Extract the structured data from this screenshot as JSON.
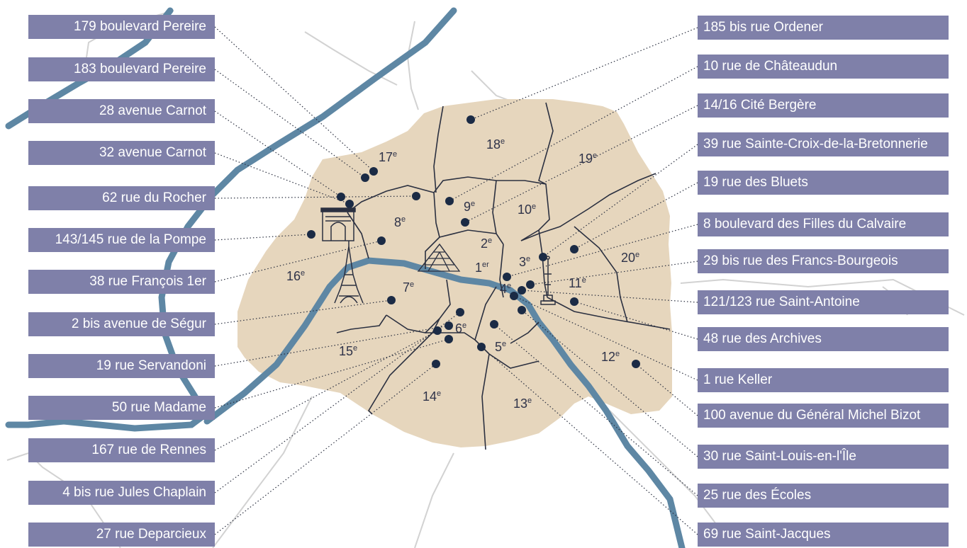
{
  "colors": {
    "paris_fill": "#e6d6bd",
    "river": "#5e87a4",
    "border": "#2b3040",
    "dot": "#1b2b45",
    "label_bg": "#7f80a9",
    "label_text": "#ffffff",
    "road": "#d2d2d2"
  },
  "left_labels": [
    "179 boulevard Pereire",
    "183 boulevard Pereire",
    "28 avenue Carnot",
    "32 avenue Carnot",
    "62 rue du Rocher",
    "143/145 rue de la Pompe",
    "38 rue François 1er",
    "2 bis avenue de Ségur",
    "19 rue Servandoni",
    "50 rue Madame",
    "167 rue de Rennes",
    "4 bis rue Jules Chaplain",
    "27 rue Deparcieux"
  ],
  "right_labels": [
    "185 bis rue Ordener",
    "10 rue de Châteaudun",
    "14/16 Cité Bergère",
    "39 rue Sainte-Croix-de-la-Bretonnerie",
    "19 rue des Bluets",
    "8 boulevard des Filles du Calvaire",
    "29 bis rue des Francs-Bourgeois",
    "121/123 rue Saint-Antoine",
    "48 rue des Archives",
    "1 rue Keller",
    "100 avenue du Général Michel Bizot",
    "30 rue Saint-Louis-en-l'Île",
    "25 rue des Écoles",
    "69 rue Saint-Jacques"
  ],
  "arrondissements": [
    {
      "num": "1",
      "sup": "er"
    },
    {
      "num": "2",
      "sup": "e"
    },
    {
      "num": "3",
      "sup": "e"
    },
    {
      "num": "4",
      "sup": "e"
    },
    {
      "num": "5",
      "sup": "e"
    },
    {
      "num": "6",
      "sup": "e"
    },
    {
      "num": "7",
      "sup": "e"
    },
    {
      "num": "8",
      "sup": "e"
    },
    {
      "num": "9",
      "sup": "e"
    },
    {
      "num": "10",
      "sup": "e"
    },
    {
      "num": "11",
      "sup": "e"
    },
    {
      "num": "12",
      "sup": "e"
    },
    {
      "num": "13",
      "sup": "e"
    },
    {
      "num": "14",
      "sup": "e"
    },
    {
      "num": "15",
      "sup": "e"
    },
    {
      "num": "16",
      "sup": "e"
    },
    {
      "num": "17",
      "sup": "e"
    },
    {
      "num": "18",
      "sup": "e"
    },
    {
      "num": "19",
      "sup": "e"
    },
    {
      "num": "20",
      "sup": "e"
    }
  ],
  "landmarks": [
    "arc-de-triomphe",
    "eiffel-tower",
    "louvre-pyramid",
    "bastille-column"
  ]
}
